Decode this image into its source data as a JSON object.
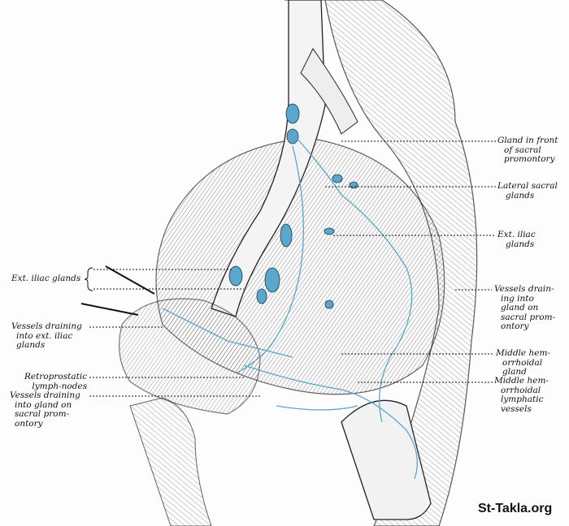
{
  "colors": {
    "ink": "#1a1a1a",
    "lymph": "#5aa6cc",
    "paper": "#fdfdfd"
  },
  "labels_right": [
    {
      "lines": [
        "Gland in front",
        "of sacral",
        "promontory"
      ]
    },
    {
      "lines": [
        "Lateral sacral",
        "glands"
      ]
    },
    {
      "lines": [
        "Ext. iliac",
        "glands"
      ]
    },
    {
      "lines": [
        "Vessels drain-",
        "ing into",
        "gland on",
        "sacral prom-",
        "ontory"
      ]
    },
    {
      "lines": [
        "Middle hem-",
        "orrhoidal",
        "gland"
      ]
    },
    {
      "lines": [
        "Middle hem-",
        "orrhoidal",
        "lymphatic",
        "vessels"
      ]
    }
  ],
  "labels_left": [
    {
      "lines": [
        "Ext. iliac glands"
      ]
    },
    {
      "lines": [
        "Vessels draining",
        "into ext. iliac",
        "glands"
      ]
    },
    {
      "lines": [
        "Retroprostatic",
        "lymph-nodes"
      ]
    },
    {
      "lines": [
        "Vessels draining",
        "into gland on",
        "sacral prom-",
        "ontory"
      ]
    }
  ],
  "watermark": "St-Takla.org"
}
